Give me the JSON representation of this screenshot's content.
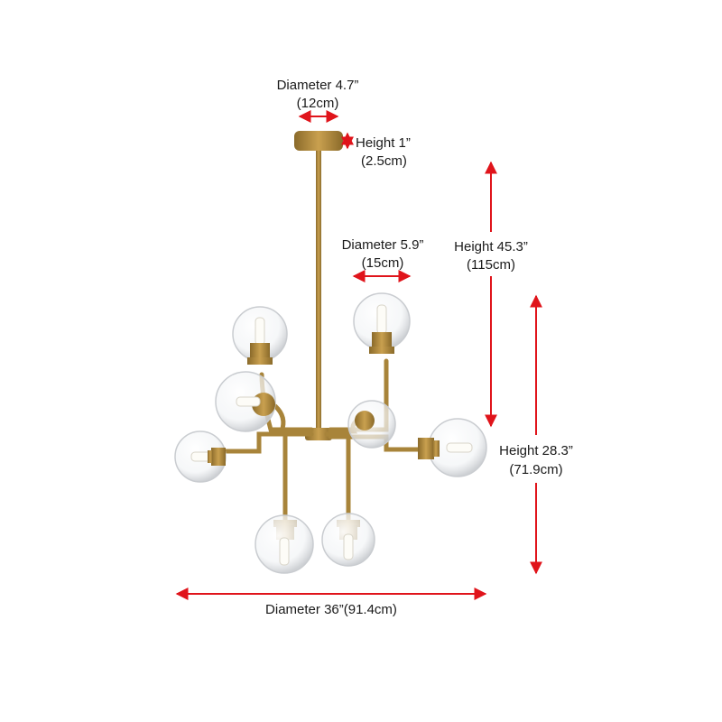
{
  "dimensions": {
    "canopy_diameter": {
      "line1": "Diameter 4.7”",
      "line2": "(12cm)"
    },
    "canopy_height": {
      "line1": "Height 1”",
      "line2": "(2.5cm)"
    },
    "globe_diameter": {
      "line1": "Diameter 5.9”",
      "line2": "(15cm)"
    },
    "overall_height": {
      "line1": "Height 45.3”",
      "line2": "(115cm)"
    },
    "fixture_height": {
      "line1": "Height 28.3”",
      "line2": "(71.9cm)"
    },
    "overall_diameter": {
      "line1": "Diameter 36”(91.4cm)"
    }
  },
  "colors": {
    "arrow": "#e0141b",
    "brass": "#b08a3e",
    "brass_dark": "#8a6a2a",
    "glass_edge": "#c9ccd0"
  }
}
